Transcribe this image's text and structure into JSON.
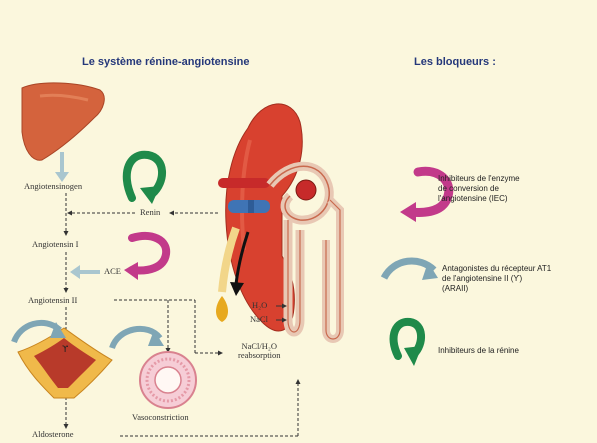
{
  "titles": {
    "left": "Le système rénine-angiotensine",
    "right": "Les bloqueurs :"
  },
  "pathway": {
    "angiotensinogen": "Angiotensinogen",
    "renin": "Renin",
    "angiotensin1": "Angiotensin I",
    "ace": "ACE",
    "angiotensin2": "Angiotensin II",
    "vasoconstriction": "Vasoconstriction",
    "aldosterone": "Aldosterone"
  },
  "kidney": {
    "h2o": "H₂O",
    "nacl": "NaCl",
    "reabsorption_line1": "NaCl/H₂O",
    "reabsorption_line2": "reabsorption"
  },
  "blockers": {
    "iec": [
      "Inhibiteurs de l'enzyme",
      "de conversion de",
      "l'angiotensine (IEC)"
    ],
    "araii": [
      "Antagonistes du récepteur AT1",
      "de l'angiotensine II (ϒ)",
      "(ARAII)"
    ],
    "renin_inhibitors": "Inhibiteurs de la rénine"
  },
  "colors": {
    "background": "#fbf7dd",
    "title": "#25387a",
    "magenta_arrow": "#c23a8a",
    "green_arrow": "#1f8a4a",
    "blue_arrow": "#7fa6b5",
    "liver": "#d4633d",
    "kidney": "#d8412f"
  },
  "icons": [
    "liver-icon",
    "kidney-icon",
    "adrenal-gland-icon",
    "blood-vessel-icon",
    "curved-arrow-icon"
  ]
}
